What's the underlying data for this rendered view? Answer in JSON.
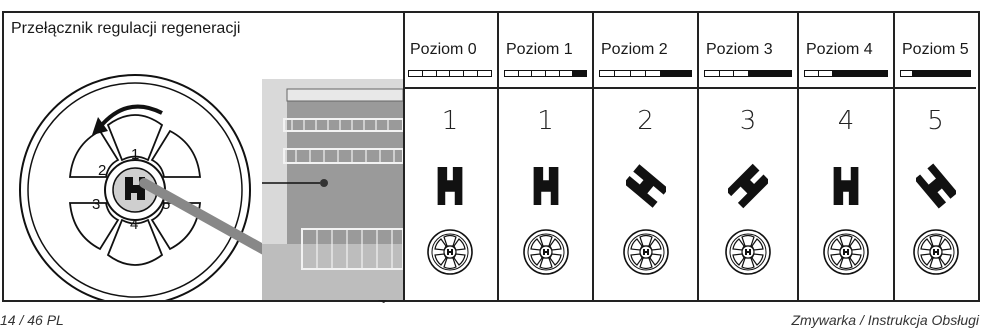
{
  "left_panel": {
    "title": "Przełącznik regulacji regeneracji",
    "dial_numbers": [
      "1",
      "2",
      "3",
      "4",
      "5"
    ]
  },
  "levels": [
    {
      "label": "Poziom 0",
      "number": "1",
      "filled_segments": 0,
      "symbol": "hook-upright-icon"
    },
    {
      "label": "Poziom 1",
      "number": "1",
      "filled_segments": 1,
      "symbol": "hook-upright-icon"
    },
    {
      "label": "Poziom 2",
      "number": "2",
      "filled_segments": 2,
      "symbol": "hook-tilted-icon"
    },
    {
      "label": "Poziom 3",
      "number": "3",
      "filled_segments": 3,
      "symbol": "hook-diagonal-icon"
    },
    {
      "label": "Poziom 4",
      "number": "4",
      "filled_segments": 4,
      "symbol": "hook-inverted-icon"
    },
    {
      "label": "Poziom 5",
      "number": "5",
      "filled_segments": 5,
      "symbol": "hook-rotated-icon"
    }
  ],
  "bar_total_segments": 6,
  "footer": {
    "left": "14 / 46 PL",
    "right": "Zmywarka / Instrukcja Obsługi"
  }
}
